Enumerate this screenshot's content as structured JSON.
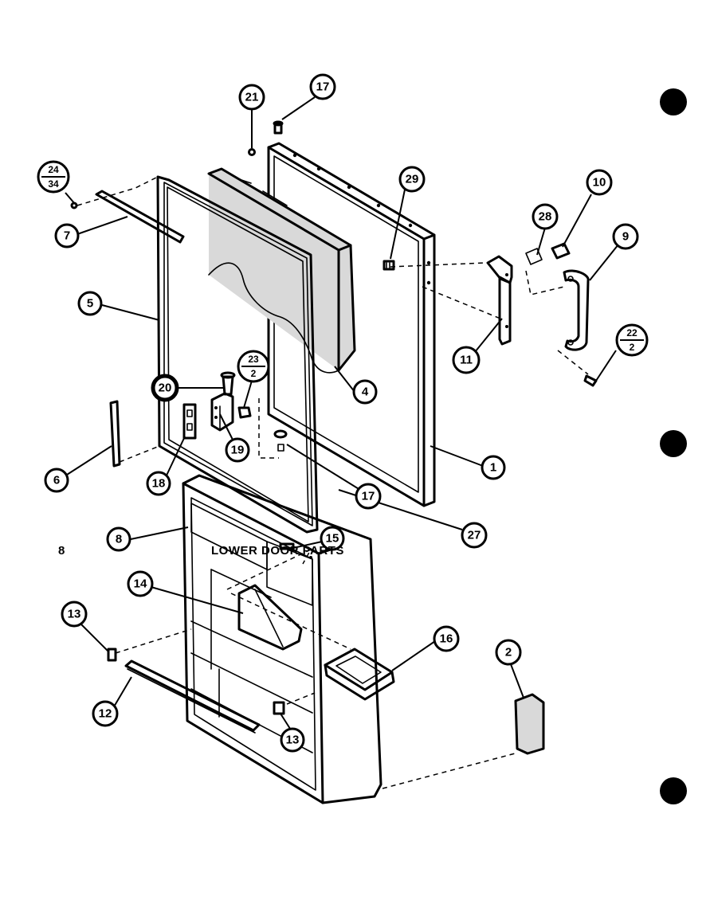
{
  "page_number": "8",
  "caption": "LOWER DOOR PARTS",
  "callouts": {
    "c1": "1",
    "c2": "2",
    "c4": "4",
    "c5": "5",
    "c6": "6",
    "c7": "7",
    "c8": "8",
    "c9": "9",
    "c10": "10",
    "c11": "11",
    "c12": "12",
    "c13a": "13",
    "c13b": "13",
    "c14": "14",
    "c15": "15",
    "c16": "16",
    "c17a": "17",
    "c17b": "17",
    "c18": "18",
    "c19": "19",
    "c20": "20",
    "c21": "21",
    "c27": "27",
    "c28": "28",
    "c29": "29",
    "c22_top": "22",
    "c22_bottom": "2",
    "c23_top": "23",
    "c23_bottom": "2",
    "c24_top": "24",
    "c24_bottom": "34"
  }
}
